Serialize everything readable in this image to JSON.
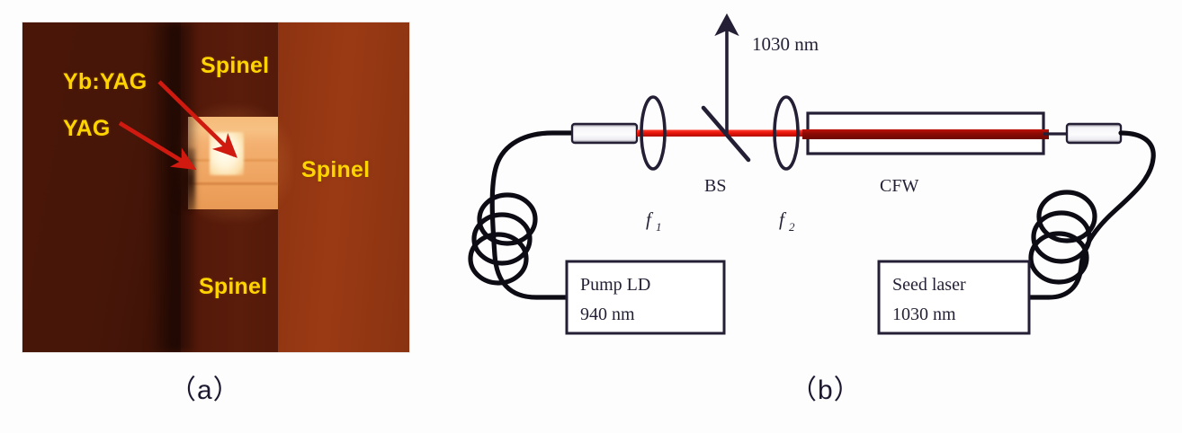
{
  "figure": {
    "panels": [
      {
        "id": "a",
        "caption": "（a）",
        "type": "photograph"
      },
      {
        "id": "b",
        "caption": "（b）",
        "type": "schematic-diagram"
      }
    ]
  },
  "panel_a": {
    "description": "Photograph of a glowing Yb:YAG / YAG composite crystal surrounded by spinel",
    "labels": {
      "ybyag": "Yb:YAG",
      "yag": "YAG",
      "spinel_top": "Spinel",
      "spinel_right": "Spinel",
      "spinel_bottom": "Spinel"
    },
    "colors": {
      "label_text": "#ffd400",
      "arrow": "#d01a10",
      "background_dark": "#471608",
      "background_mid": "#5a1c0b",
      "background_light": "#9a3a14",
      "glow_block": "#f0a765",
      "glow_core": "#fffdf3"
    },
    "annotations": [
      {
        "name": "arrow-ybyag",
        "from_label": "Yb:YAG",
        "points_to": "bright crystal core"
      },
      {
        "name": "arrow-yag",
        "from_label": "YAG",
        "points_to": "crystal left edge"
      }
    ]
  },
  "panel_b": {
    "description": "Optical schematic of a fiber-coupled amplifier built around a crystal fiber waveguide",
    "components": {
      "pump_ld": {
        "line1": "Pump  LD",
        "line2": "940 nm"
      },
      "seed_laser": {
        "line1": "Seed laser",
        "line2": "1030 nm"
      },
      "waveguide_label": "CFW",
      "beam_splitter_label": "BS",
      "lens1_label": "f",
      "lens1_sub": "1",
      "lens2_label": "f",
      "lens2_sub": "2",
      "output_label": "1030 nm"
    },
    "colors": {
      "beam": "#e8140a",
      "beam_core": "#9e0b05",
      "line": "#241f35",
      "fiber": "#0d0b14"
    }
  }
}
